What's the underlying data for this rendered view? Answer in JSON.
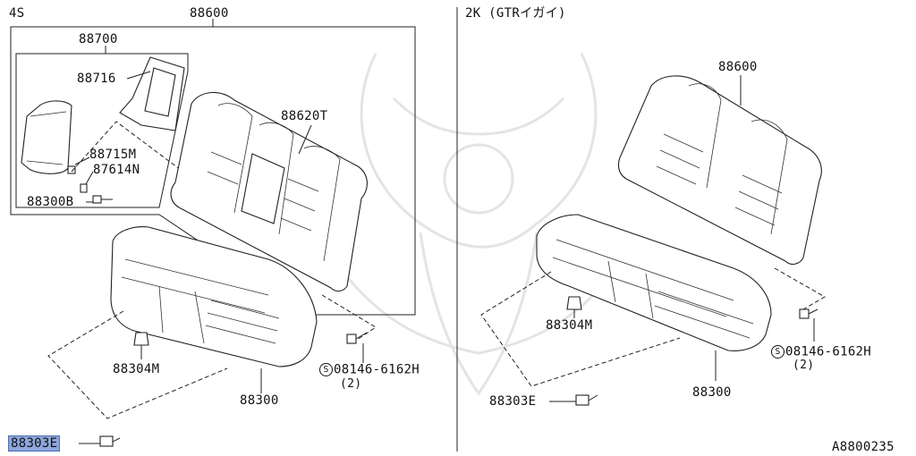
{
  "left_panel": {
    "variant": "4S",
    "labels": {
      "seat_back_assy": "88600",
      "armrest_assy": "88700",
      "armrest_bracket": "88716",
      "seat_back_trim": "88620T",
      "armrest_part_a": "88715M",
      "armrest_part_b": "87614N",
      "armrest_screw": "88300B",
      "cushion_clip": "88304M",
      "seat_cushion": "88300",
      "bolt_code": "08146-6162H",
      "bolt_qty": "(2)",
      "cushion_hook": "88303E"
    }
  },
  "right_panel": {
    "variant": "2K (GTRイガイ)",
    "labels": {
      "seat_back_assy": "88600",
      "cushion_clip": "88304M",
      "bolt_code": "08146-6162H",
      "bolt_qty": "(2)",
      "seat_cushion": "88300",
      "cushion_hook": "88303E"
    }
  },
  "bolt_symbol": "S",
  "diagram_id": "A8800235",
  "colors": {
    "line": "#222222",
    "highlight_fill": "#8ea6dc",
    "highlight_border": "#4f6fb3",
    "watermark": "#e4e4e4"
  }
}
